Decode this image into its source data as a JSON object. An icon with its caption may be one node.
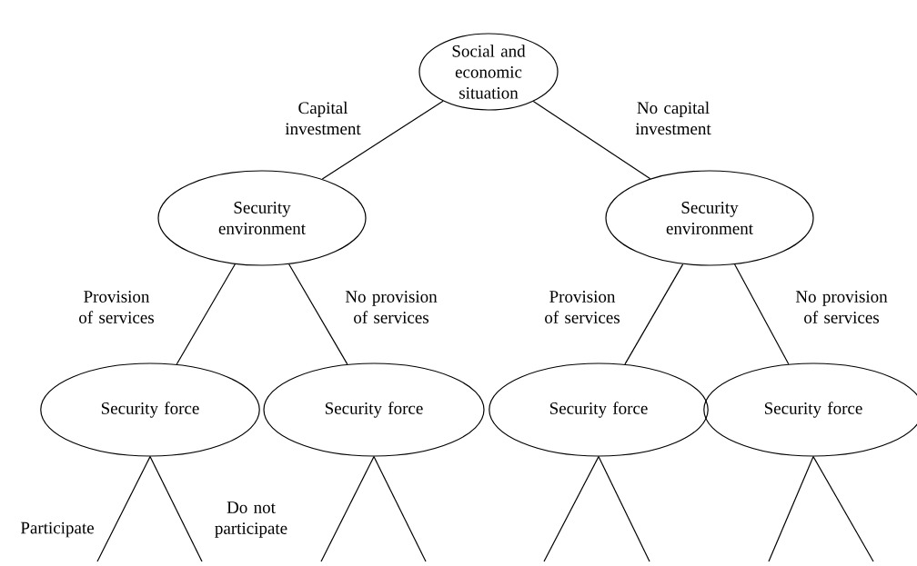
{
  "diagram": {
    "nodes": [
      {
        "text": [
          "Social and economic situation"
        ]
      },
      {
        "text": [
          "Security environment"
        ]
      },
      {
        "text": [
          "Security environment"
        ]
      },
      {
        "text": [
          "Security force"
        ]
      },
      {
        "text": [
          "Security force"
        ]
      },
      {
        "text": [
          "Security force"
        ]
      },
      {
        "text": [
          "Security force"
        ]
      }
    ],
    "edges": [
      {
        "from": 0,
        "to": 1,
        "arrow": "none",
        "label": "Capital investment"
      },
      {
        "from": 0,
        "to": 2,
        "arrow": "none",
        "label": "No capital investment"
      },
      {
        "from": 1,
        "to": 3,
        "arrow": "none",
        "label": "Provision of services"
      },
      {
        "from": 1,
        "to": 4,
        "arrow": "none",
        "label": "No provision of services"
      },
      {
        "from": 2,
        "to": 5,
        "arrow": "none",
        "label": "Provision of services"
      },
      {
        "from": 2,
        "to": 6,
        "arrow": "none",
        "label": "No provision of services"
      },
      {
        "from": 3,
        "to": null,
        "arrow": "none",
        "label": "Participate"
      },
      {
        "from": 3,
        "to": null,
        "arrow": "none",
        "label": "Do not participate"
      },
      {
        "from": 4,
        "to": null,
        "arrow": "none"
      },
      {
        "from": 4,
        "to": null,
        "arrow": "none"
      },
      {
        "from": 5,
        "to": null,
        "arrow": "none"
      },
      {
        "from": 5,
        "to": null,
        "arrow": "none"
      },
      {
        "from": 6,
        "to": null,
        "arrow": "none"
      },
      {
        "from": 6,
        "to": null,
        "arrow": "none"
      }
    ]
  }
}
